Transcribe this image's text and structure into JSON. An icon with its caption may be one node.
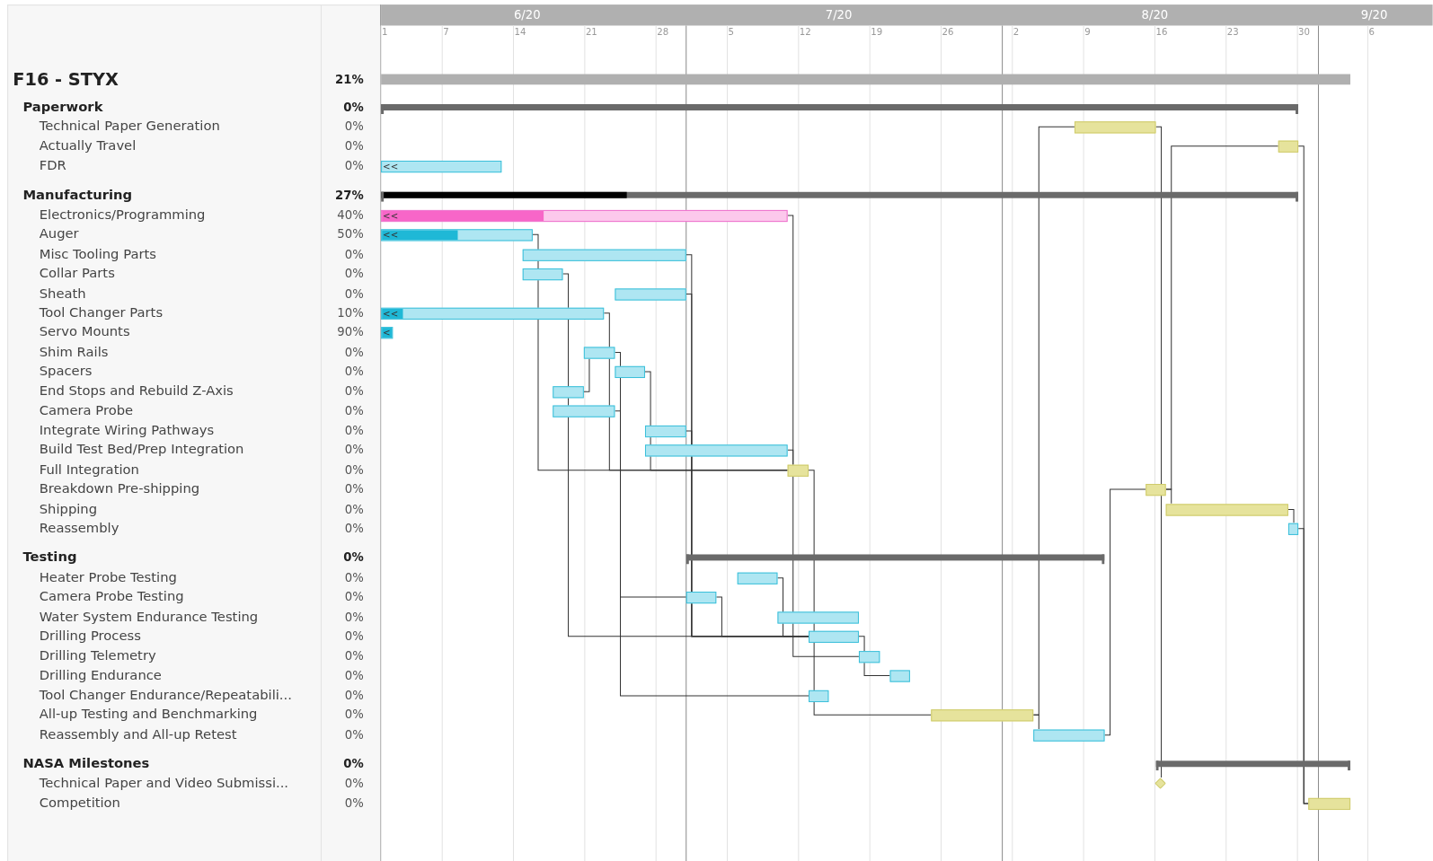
{
  "diagram": {
    "nodes": [
      {
        "text": [],
        "shape": "bar"
      },
      {
        "text": [],
        "shape": "bar"
      },
      {
        "text": [],
        "shape": "bar"
      },
      {
        "text": [],
        "shape": "bar"
      },
      {
        "text": [
          "<<"
        ]
      },
      {
        "text": [],
        "shape": "bar"
      },
      {
        "text": [
          "<<"
        ]
      },
      {
        "text": [
          "<<"
        ]
      },
      {
        "text": [],
        "shape": "bar"
      },
      {
        "text": [],
        "shape": "bar"
      },
      {
        "text": [],
        "shape": "bar"
      },
      {
        "text": [
          "<<"
        ]
      },
      {
        "text": [
          "<"
        ]
      },
      {
        "text": [],
        "shape": "bar"
      },
      {
        "text": [],
        "shape": "bar"
      },
      {
        "text": [],
        "shape": "bar"
      },
      {
        "text": [],
        "shape": "bar"
      },
      {
        "text": [],
        "shape": "bar"
      },
      {
        "text": [],
        "shape": "bar"
      },
      {
        "text": [],
        "shape": "bar"
      },
      {
        "text": [],
        "shape": "bar"
      },
      {
        "text": [],
        "shape": "bar"
      },
      {
        "text": [],
        "shape": "bar"
      },
      {
        "text": [],
        "shape": "bar"
      },
      {
        "text": [],
        "shape": "bar"
      },
      {
        "text": [],
        "shape": "bar"
      },
      {
        "text": [],
        "shape": "bar"
      },
      {
        "text": [],
        "shape": "bar"
      },
      {
        "text": [],
        "shape": "bar"
      },
      {
        "text": [],
        "shape": "bar"
      },
      {
        "text": [],
        "shape": "bar"
      },
      {
        "text": [],
        "shape": "bar"
      },
      {
        "text": [],
        "shape": "bar"
      },
      {
        "text": [],
        "shape": "bar"
      },
      {
        "text": [],
        "shape": "diamond"
      },
      {
        "text": [],
        "shape": "bar"
      }
    ],
    "edges": [
      {
        "from": 7,
        "to": 19,
        "arrow": "none"
      },
      {
        "from": 11,
        "to": 19,
        "arrow": "none"
      },
      {
        "from": 14,
        "to": 19,
        "arrow": "none"
      },
      {
        "from": 18,
        "to": 19,
        "arrow": "none"
      },
      {
        "from": 15,
        "to": 13,
        "arrow": "none"
      },
      {
        "from": 13,
        "to": 25,
        "arrow": "none"
      },
      {
        "from": 16,
        "to": 30,
        "arrow": "none"
      },
      {
        "from": 9,
        "to": 27,
        "arrow": "none"
      },
      {
        "from": 24,
        "to": 27,
        "arrow": "none"
      },
      {
        "from": 25,
        "to": 27,
        "arrow": "none"
      },
      {
        "from": 8,
        "to": 27,
        "arrow": "none"
      },
      {
        "from": 10,
        "to": 27,
        "arrow": "none"
      },
      {
        "from": 17,
        "to": 27,
        "arrow": "none"
      },
      {
        "from": 6,
        "to": 28,
        "arrow": "none"
      },
      {
        "from": 27,
        "to": 29,
        "arrow": "none"
      },
      {
        "from": 19,
        "to": 31,
        "arrow": "none"
      },
      {
        "from": 31,
        "to": 2,
        "arrow": "none"
      },
      {
        "from": 31,
        "to": 32,
        "arrow": "none"
      },
      {
        "from": 32,
        "to": 20,
        "arrow": "none"
      },
      {
        "from": 20,
        "to": 21,
        "arrow": "none"
      },
      {
        "from": 20,
        "to": 3,
        "arrow": "none"
      },
      {
        "from": 2,
        "to": 34,
        "arrow": "none"
      },
      {
        "from": 3,
        "to": 35,
        "arrow": "none"
      },
      {
        "from": 21,
        "to": 22,
        "arrow": "none"
      },
      {
        "from": 22,
        "to": 35,
        "arrow": "none"
      }
    ],
    "labels": [
      "6/20",
      "7/20",
      "8/20",
      "9/20",
      "1",
      "7",
      "14",
      "21",
      "28",
      "5",
      "12",
      "19",
      "26",
      "2",
      "9",
      "16",
      "23",
      "30",
      "6",
      "F16 - STYX",
      "21%",
      "Paperwork",
      "0%",
      "Technical Paper Generation",
      "0%",
      "Actually Travel",
      "0%",
      "FDR",
      "0%",
      "Manufacturing",
      "27%",
      "Electronics/Programming",
      "40%",
      "Auger",
      "50%",
      "Misc Tooling Parts",
      "0%",
      "Collar Parts",
      "0%",
      "Sheath",
      "0%",
      "Tool Changer Parts",
      "10%",
      "Servo Mounts",
      "90%",
      "Shim Rails",
      "0%",
      "Spacers",
      "0%",
      "End Stops and Rebuild Z-Axis",
      "0%",
      "Camera Probe",
      "0%",
      "Integrate Wiring Pathways",
      "0%",
      "Build Test Bed/Prep Integration",
      "0%",
      "Full Integration",
      "0%",
      "Breakdown Pre-shipping",
      "0%",
      "Shipping",
      "0%",
      "Reassembly",
      "0%",
      "Testing",
      "0%",
      "Heater Probe Testing",
      "0%",
      "Camera Probe Testing",
      "0%",
      "Water System Endurance Testing",
      "0%",
      "Drilling Process",
      "0%",
      "Drilling Telemetry",
      "0%",
      "Drilling Endurance",
      "0%",
      "Tool Changer Endurance/Repeatabili...",
      "0%",
      "All-up Testing and Benchmarking",
      "0%",
      "Reassembly and All-up Retest",
      "0%",
      "NASA Milestones",
      "0%",
      "Technical Paper and Video Submissi...",
      "0%",
      "Competition",
      "0%"
    ]
  }
}
